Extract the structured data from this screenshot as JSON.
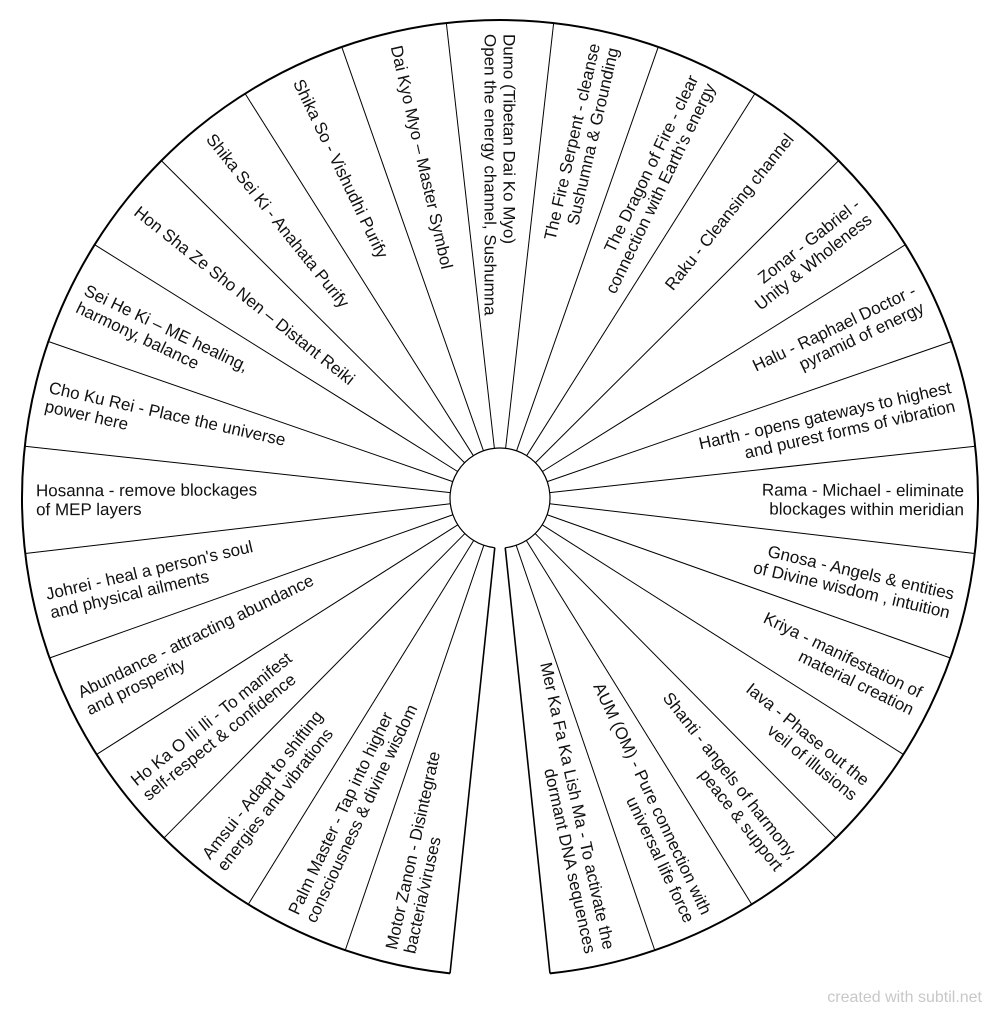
{
  "wheel": {
    "ring_color": "#000000",
    "text_color": "#111111",
    "segments": [
      {
        "lines": [
          "Motor Zanon - Disintegrate",
          "bacteria/viruses"
        ]
      },
      {
        "lines": [
          "Palm Master - Tap into higher",
          "consciousness & divine wisdom"
        ]
      },
      {
        "lines": [
          "Amsui - Adapt to shifting",
          "energies and vibrations"
        ]
      },
      {
        "lines": [
          "Ho Ka O Ili Ili - To manifest",
          "self-respect & confidence"
        ]
      },
      {
        "lines": [
          "Abundance - attracting abundance",
          "and prosperity"
        ]
      },
      {
        "lines": [
          "Johrei - heal a person's soul",
          "and physical ailments"
        ]
      },
      {
        "lines": [
          "Hosanna - remove blockages",
          "of MEP layers"
        ]
      },
      {
        "lines": [
          "Cho Ku Rei - Place the universe",
          "power here"
        ]
      },
      {
        "lines": [
          "Sei He Ki – ME healing,",
          "harmony, balance"
        ]
      },
      {
        "lines": [
          "Hon Sha Ze Sho Nen – Distant Reiki"
        ]
      },
      {
        "lines": [
          "Shika Sei Ki - Anahata Purify"
        ]
      },
      {
        "lines": [
          "Shika So - Vishudhi Purify"
        ]
      },
      {
        "lines": [
          "Dai Kyo Myo – Master Symbol"
        ]
      },
      {
        "lines": [
          "Dumo (Tibetan Dai Ko Myo)",
          "Open the energy channel, Sushumna"
        ]
      },
      {
        "lines": [
          "The Fire Serpent  - cleanse",
          "Sushumna & Grounding"
        ]
      },
      {
        "lines": [
          "The Dragon of Fire - clear",
          "connection with Earth's energy"
        ]
      },
      {
        "lines": [
          "Raku - Cleansing channel"
        ]
      },
      {
        "lines": [
          "Zonar - Gabriel -",
          "Unity & Wholeness"
        ]
      },
      {
        "lines": [
          "Halu - Raphael Doctor -",
          "pyramid of energy"
        ]
      },
      {
        "lines": [
          "Harth - opens gateways to highest",
          "and purest forms of vibration"
        ]
      },
      {
        "lines": [
          "Rama - Michael - eliminate",
          "blockages within meridian"
        ]
      },
      {
        "lines": [
          "Gnosa - Angels & entities",
          "of Divine wisdom , intuition"
        ]
      },
      {
        "lines": [
          "Kriya - manifestation of",
          "material creation"
        ]
      },
      {
        "lines": [
          "Iava - Phase out the",
          "veil of illusions"
        ]
      },
      {
        "lines": [
          "Shanti - angels of harmony,",
          "peace & support"
        ]
      },
      {
        "lines": [
          "AUM (OM) - Pure connection with",
          "universal life force"
        ]
      },
      {
        "lines": [
          "Mer Ka Fa Ka Lish Ma - To activate the",
          "dormant DNA sequences"
        ]
      }
    ]
  },
  "footer": {
    "credit": "created with subtil.net"
  }
}
